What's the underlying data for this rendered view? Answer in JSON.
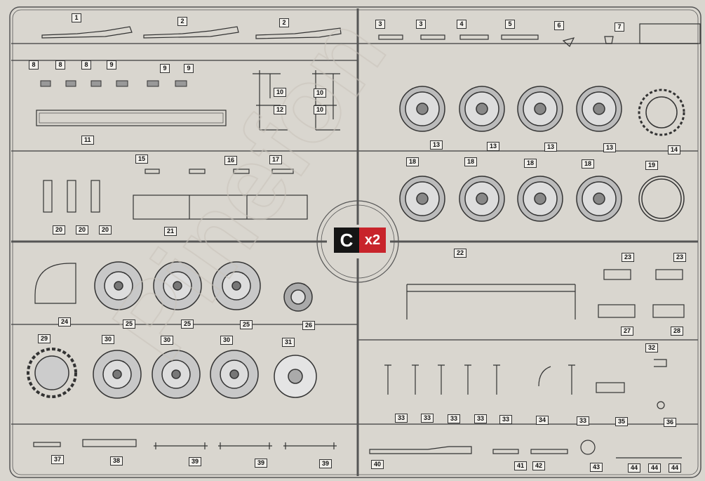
{
  "logo": {
    "letter": "C",
    "multiplier": "x2",
    "letter_bg": "#151515",
    "multiplier_bg": "#c8242b"
  },
  "watermark": "Pinefon",
  "labels": [
    {
      "n": "1"
    },
    {
      "n": "2"
    },
    {
      "n": "2"
    },
    {
      "n": "3"
    },
    {
      "n": "3"
    },
    {
      "n": "4"
    },
    {
      "n": "5"
    },
    {
      "n": "6"
    },
    {
      "n": "7"
    },
    {
      "n": "8"
    },
    {
      "n": "8"
    },
    {
      "n": "8"
    },
    {
      "n": "9"
    },
    {
      "n": "9"
    },
    {
      "n": "9"
    },
    {
      "n": "10"
    },
    {
      "n": "10"
    },
    {
      "n": "12"
    },
    {
      "n": "10"
    },
    {
      "n": "11"
    },
    {
      "n": "13"
    },
    {
      "n": "13"
    },
    {
      "n": "13"
    },
    {
      "n": "13"
    },
    {
      "n": "14"
    },
    {
      "n": "18"
    },
    {
      "n": "18"
    },
    {
      "n": "18"
    },
    {
      "n": "18"
    },
    {
      "n": "19"
    },
    {
      "n": "15"
    },
    {
      "n": "16"
    },
    {
      "n": "17"
    },
    {
      "n": "20"
    },
    {
      "n": "20"
    },
    {
      "n": "20"
    },
    {
      "n": "21"
    },
    {
      "n": "22"
    },
    {
      "n": "23"
    },
    {
      "n": "23"
    },
    {
      "n": "27"
    },
    {
      "n": "28"
    },
    {
      "n": "24"
    },
    {
      "n": "25"
    },
    {
      "n": "25"
    },
    {
      "n": "25"
    },
    {
      "n": "26"
    },
    {
      "n": "29"
    },
    {
      "n": "30"
    },
    {
      "n": "30"
    },
    {
      "n": "30"
    },
    {
      "n": "31"
    },
    {
      "n": "32"
    },
    {
      "n": "33"
    },
    {
      "n": "33"
    },
    {
      "n": "33"
    },
    {
      "n": "33"
    },
    {
      "n": "33"
    },
    {
      "n": "34"
    },
    {
      "n": "33"
    },
    {
      "n": "35"
    },
    {
      "n": "36"
    },
    {
      "n": "37"
    },
    {
      "n": "38"
    },
    {
      "n": "39"
    },
    {
      "n": "39"
    },
    {
      "n": "39"
    },
    {
      "n": "40"
    },
    {
      "n": "41"
    },
    {
      "n": "42"
    },
    {
      "n": "43"
    },
    {
      "n": "44"
    },
    {
      "n": "44"
    },
    {
      "n": "44"
    }
  ]
}
